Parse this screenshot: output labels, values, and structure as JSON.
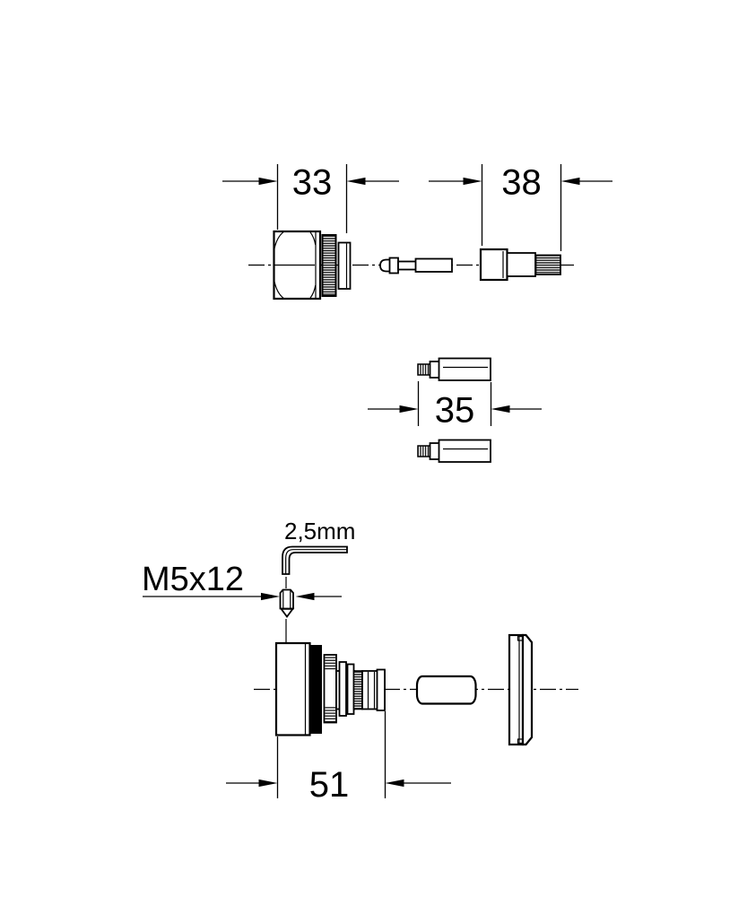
{
  "drawing": {
    "colors": {
      "line": "#000000",
      "background": "#ffffff"
    },
    "dimensions": {
      "sleeve_width": "33",
      "adapter_width": "38",
      "stud_length": "35",
      "assembly_width": "51"
    },
    "labels": {
      "hex_key_size": "2,5mm",
      "set_screw_spec": "M5x12"
    }
  }
}
